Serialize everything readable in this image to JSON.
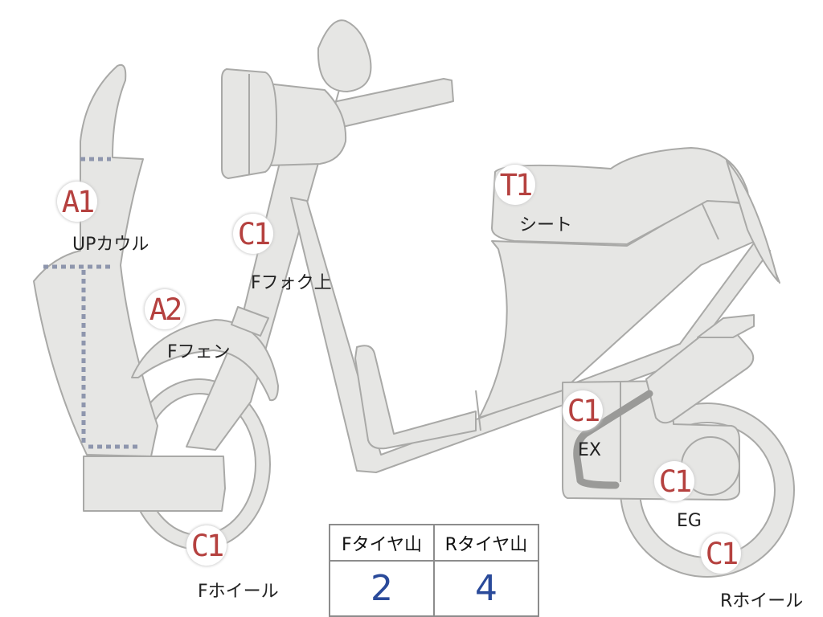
{
  "markers": {
    "upper_cowl": {
      "code": "A1",
      "label": "UPカウル"
    },
    "front_fender": {
      "code": "A2",
      "label": "Fフェン"
    },
    "front_fork": {
      "code": "C1",
      "label": "Fフォク上"
    },
    "seat": {
      "code": "T1",
      "label": "シート"
    },
    "exhaust": {
      "code": "C1",
      "label": "EX"
    },
    "engine": {
      "code": "C1",
      "label": "EG"
    },
    "front_wheel": {
      "code": "C1",
      "label": "Fホイール"
    },
    "rear_wheel": {
      "code": "C1",
      "label": "Rホイール"
    }
  },
  "tread_table": {
    "headers": [
      "Fタイヤ山",
      "Rタイヤ山"
    ],
    "values": [
      "2",
      "4"
    ]
  },
  "colors": {
    "marker_text": "#b5413f",
    "value_text": "#2a4a9a",
    "body_fill": "#e6e6e4",
    "outline": "#a9a9a7",
    "dotted_line": "#8e96ad"
  }
}
